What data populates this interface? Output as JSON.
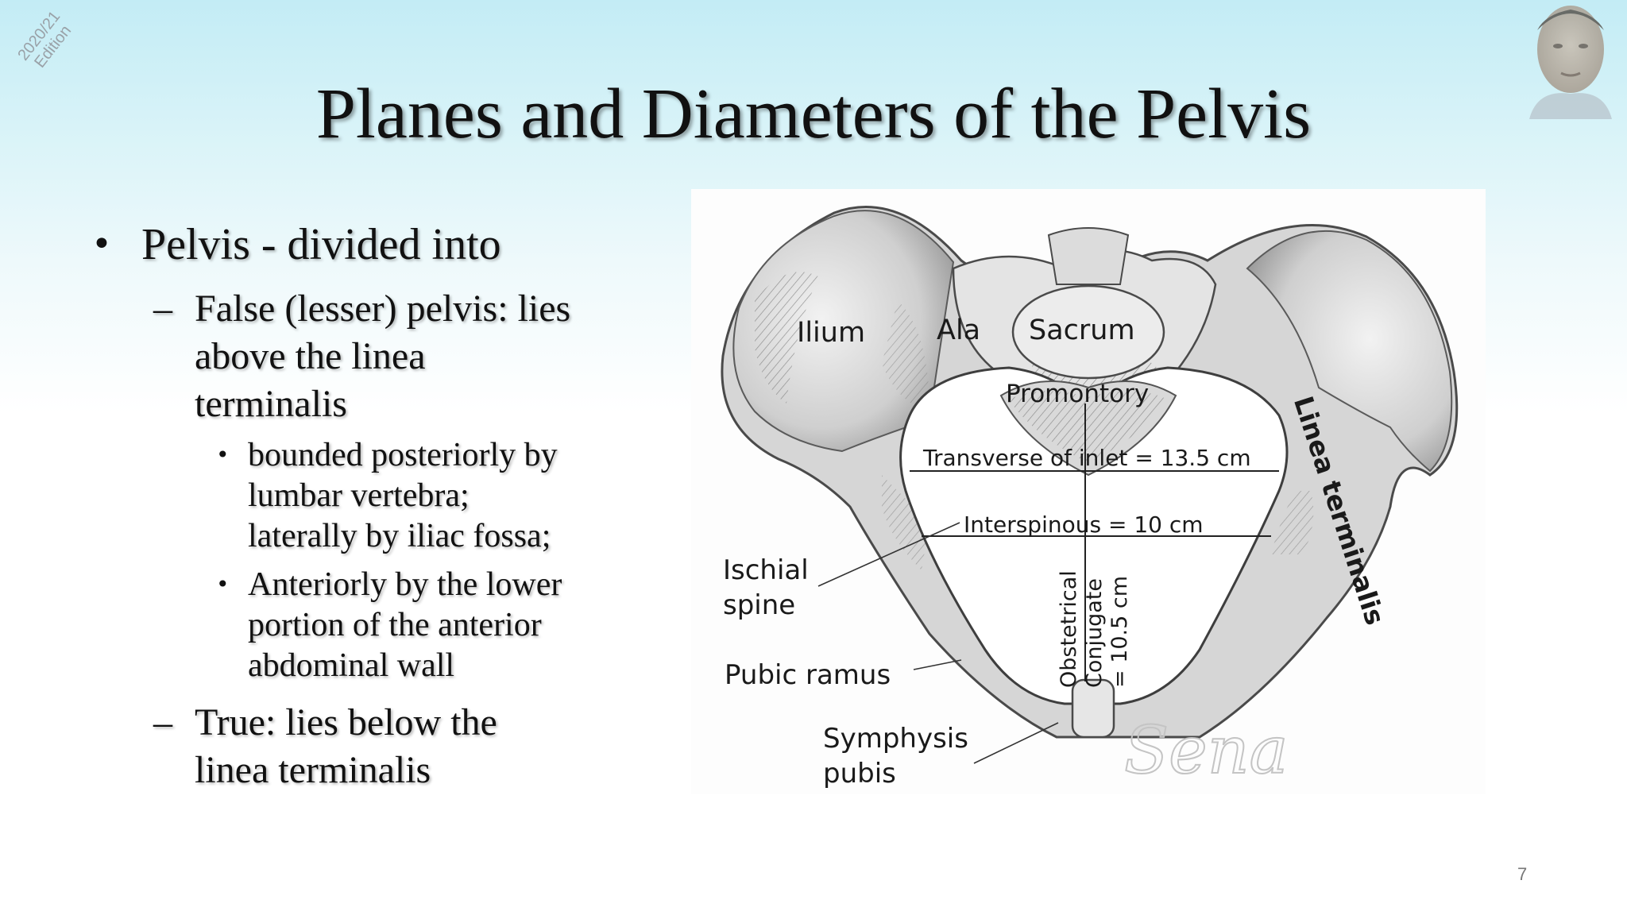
{
  "edition": {
    "line1": "2020/21",
    "line2": "Edition"
  },
  "title": "Planes and Diameters of the Pelvis",
  "bullets": {
    "main": "Pelvis - divided into",
    "dash": "–",
    "dot": "•",
    "false_pelvis": [
      "False (lesser) pelvis: lies",
      "above the linea",
      "terminalis"
    ],
    "sub1": [
      "bounded posteriorly by",
      "lumbar vertebra;",
      "laterally by iliac fossa;"
    ],
    "sub2": [
      "Anteriorly by the lower",
      "portion of the anterior",
      "abdominal wall"
    ],
    "true_pelvis": [
      "True: lies below the",
      "linea terminalis"
    ]
  },
  "figure": {
    "ilium": "Ilium",
    "ala": "Ala",
    "sacrum": "Sacrum",
    "promontory": "Promontory",
    "transverse": "Transverse of inlet = 13.5 cm",
    "interspinous": "Interspinous = 10 cm",
    "ischial_spine": [
      "Ischial",
      "spine"
    ],
    "pubic_ramus": "Pubic ramus",
    "symphysis": [
      "Symphysis",
      "pubis"
    ],
    "obstetrical": [
      "Obstetrical",
      "Conjugate",
      "= 10.5 cm"
    ],
    "linea_terminalis": "Linea terminalis",
    "signature": "Sena"
  },
  "page_number": "7"
}
